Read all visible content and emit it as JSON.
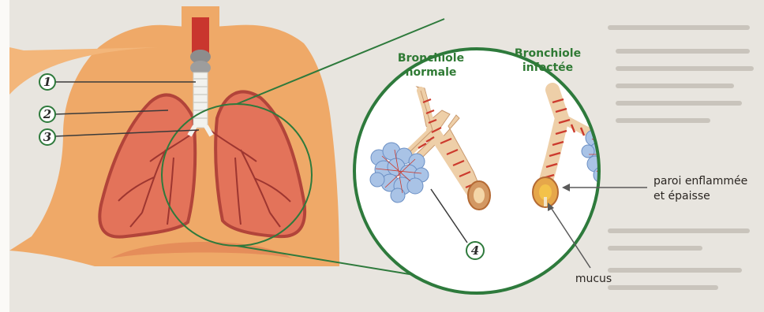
{
  "markers": [
    "1",
    "2",
    "3",
    "4"
  ],
  "titles": {
    "normal_line1": "Bronchiole",
    "normal_line2": "normale",
    "infected_line1": "Bronchiole",
    "infected_line2": "infectée"
  },
  "labels": {
    "wall_line1": "paroi enflammée",
    "wall_line2": "et épaisse",
    "mucus": "mucus"
  },
  "colors": {
    "body": "#efa968",
    "lung": "#e3735a",
    "lung_outline": "#b2443a",
    "trachea": "#f2f2ee",
    "circle": "#2e7a3c",
    "airway": "#eecfa8",
    "ring": "#cc3b2e",
    "alveoli": "#a9c3e6"
  }
}
